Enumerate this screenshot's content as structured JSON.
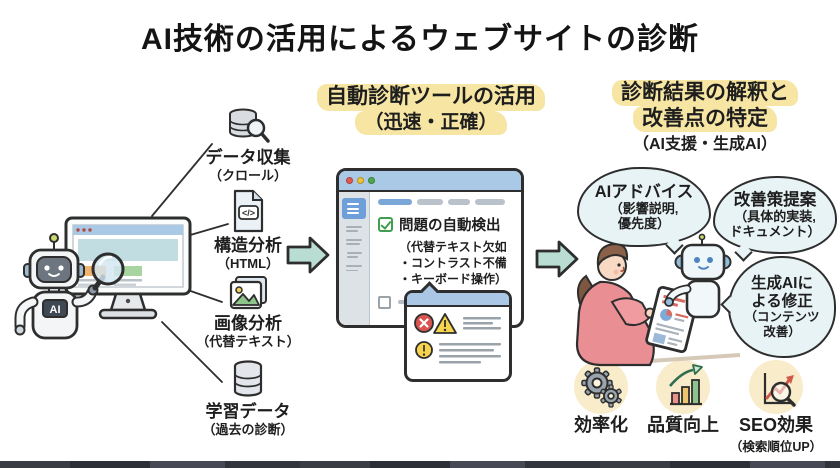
{
  "title": "AI技術の活用によるウェブサイトの診断",
  "robot": {
    "chest_label": "AI"
  },
  "icons": {
    "code_glyph": "</>"
  },
  "analysis_inputs": {
    "items": [
      {
        "icon": "database-search-icon",
        "label": "データ収集",
        "sub": "（クロール）"
      },
      {
        "icon": "code-file-icon",
        "label": "構造分析",
        "sub": "（HTML）"
      },
      {
        "icon": "image-icon",
        "label": "画像分析",
        "sub": "（代替テキスト）"
      },
      {
        "icon": "database-icon",
        "label": "学習データ",
        "sub": "（過去の診断）"
      }
    ]
  },
  "tool_section": {
    "heading_line1": "自動診断ツールの活用",
    "heading_line2": "（迅速・正確）",
    "browser": {
      "check_title": "問題の自動検出",
      "check_detail_line1": "（代替テキスト欠如",
      "check_detail_line2": "・コントラスト不備",
      "check_detail_line3": "・キーボード操作）"
    }
  },
  "result_section": {
    "heading_line1": "診断結果の解釈と",
    "heading_line2": "改善点の特定",
    "heading_line3": "（AI支援・生成AI）",
    "bubble_advice": {
      "line1": "AIアドバイス",
      "line2": "（影響説明,",
      "line3": "優先度）"
    },
    "bubble_proposal": {
      "line1": "改善策提案",
      "line2": "（具体的実装,",
      "line3": "ドキュメント）"
    },
    "bubble_genai": {
      "line1": "生成AIに",
      "line2": "よる修正",
      "line3": "（コンテンツ",
      "line4": "改善）"
    }
  },
  "benefits": {
    "items": [
      {
        "icon": "gears-icon",
        "label": "効率化",
        "sub": ""
      },
      {
        "icon": "bar-chart-up-icon",
        "label": "品質向上",
        "sub": ""
      },
      {
        "icon": "seo-magnifier-icon",
        "label": "SEO効果",
        "sub": "（検索順位UP）"
      }
    ]
  },
  "colors": {
    "highlight_yellow": "#f6e5a3",
    "arrow_teal": "#b9ddd2",
    "browser_bar_blue": "#aac9e6",
    "accent_blue": "#6f9fd8",
    "check_green": "#3f9e4f",
    "error_red": "#d9534f",
    "warning_yellow": "#f6d44d",
    "bubble_blue": "#e8f3f6",
    "benefit_circle": "#f9ecca"
  }
}
